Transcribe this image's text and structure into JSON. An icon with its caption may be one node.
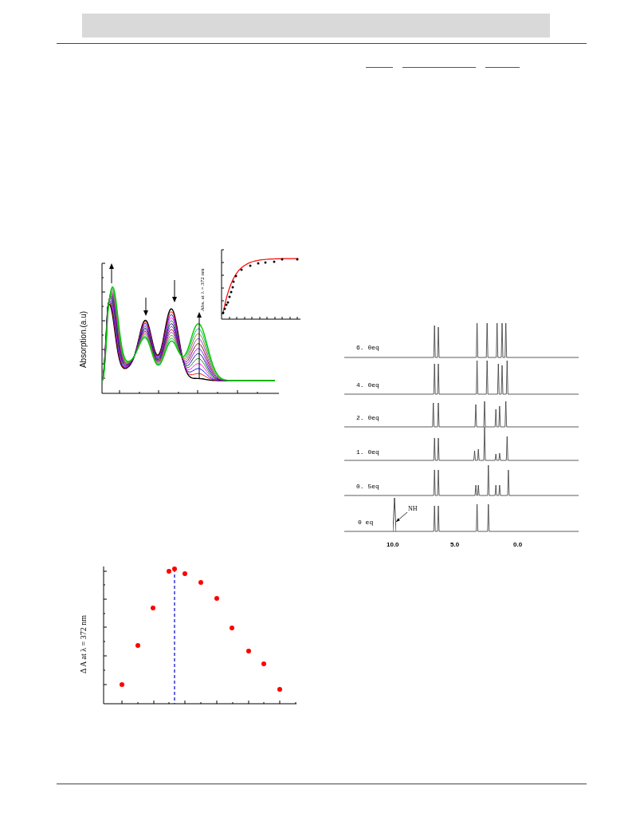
{
  "diagram": {
    "nodes": [
      {
        "text": [
          "NH"
        ]
      },
      {
        "text": [],
        "shape": "bar"
      }
    ],
    "edges": [
      {
        "from": 0,
        "to": 1,
        "arrow": "to"
      }
    ],
    "labels": [
      "Absorption.(a.u)",
      "Abs. at λ = 372 nm",
      "6. 0eq",
      "4. 0eq",
      "2. 0eq",
      "1. 0eq",
      "0. 5eq",
      "0  eq",
      "10.0",
      "5.0",
      "0.0",
      "Δ A at λ = 372 nm"
    ]
  }
}
